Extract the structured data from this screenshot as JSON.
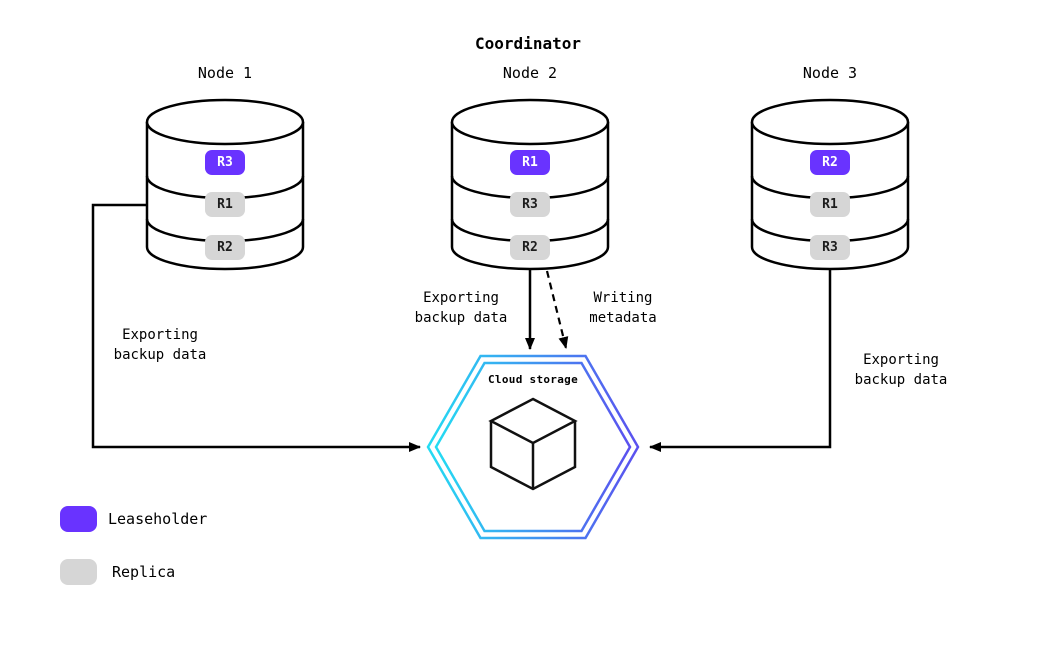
{
  "title": "Coordinator",
  "nodes": [
    {
      "label": "Node 1",
      "replicas": [
        {
          "label": "R3",
          "role": "leaseholder"
        },
        {
          "label": "R1",
          "role": "replica"
        },
        {
          "label": "R2",
          "role": "replica"
        }
      ]
    },
    {
      "label": "Node 2",
      "replicas": [
        {
          "label": "R1",
          "role": "leaseholder"
        },
        {
          "label": "R3",
          "role": "replica"
        },
        {
          "label": "R2",
          "role": "replica"
        }
      ]
    },
    {
      "label": "Node 3",
      "replicas": [
        {
          "label": "R2",
          "role": "leaseholder"
        },
        {
          "label": "R1",
          "role": "replica"
        },
        {
          "label": "R3",
          "role": "replica"
        }
      ]
    }
  ],
  "cloud_storage": {
    "label": "Cloud storage"
  },
  "edge_labels": {
    "node1_export": "Exporting\nbackup data",
    "node2_export": "Exporting\nbackup data",
    "node2_metadata": "Writing\nmetadata",
    "node3_export": "Exporting\nbackup data"
  },
  "legend": [
    {
      "label": "Leaseholder",
      "role": "leaseholder"
    },
    {
      "label": "Replica",
      "role": "replica"
    }
  ],
  "colors": {
    "leaseholder": "#6933ff",
    "replica": "#d6d6d6",
    "line": "#000000",
    "hex_gradient_start": "#24dcf2",
    "hex_gradient_end": "#5b50ef"
  }
}
